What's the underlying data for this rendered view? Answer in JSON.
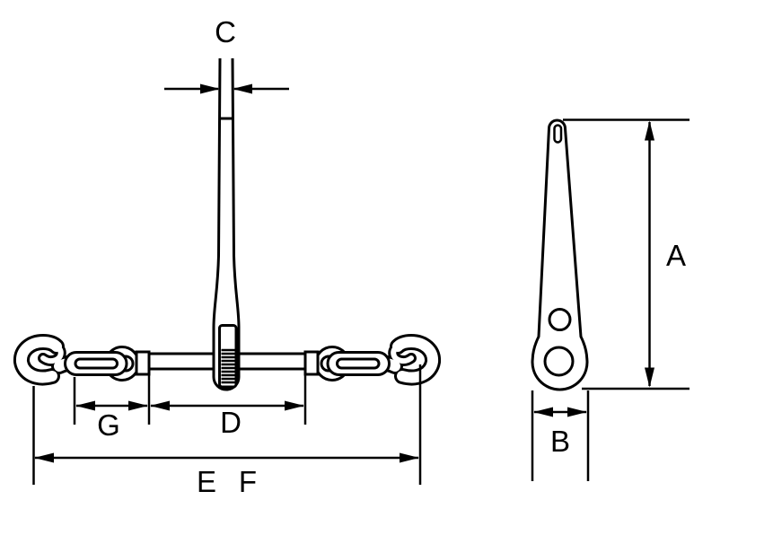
{
  "diagram": {
    "background_color": "#ffffff",
    "line_color": "#000000",
    "labels": {
      "a": "A",
      "b": "B",
      "c": "C",
      "d": "D",
      "e": "E",
      "f": "F",
      "g": "G"
    }
  }
}
